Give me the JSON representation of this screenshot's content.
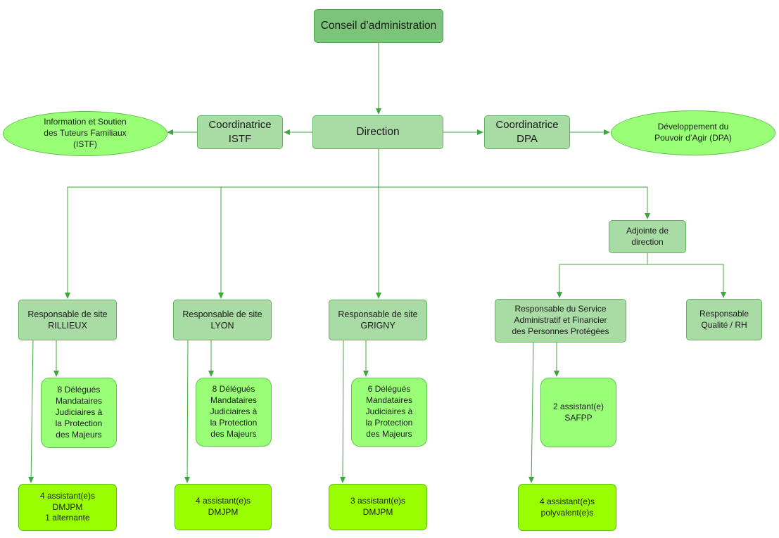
{
  "chart": {
    "nodes": {
      "conseil": "Conseil d’administration",
      "direction": "Direction",
      "coord_istf": "Coordinatrice\nISTF",
      "istf": "Information et Soutien\ndes Tuteurs Familiaux\n(ISTF)",
      "coord_dpa": "Coordinatrice\nDPA",
      "dpa": "Développement du\nPouvoir d’Agir (DPA)",
      "adjointe": "Adjointe de\ndirection",
      "resp_rillieux": "Responsable de site\nRILLIEUX",
      "resp_lyon": "Responsable de site\nLYON",
      "resp_grigny": "Responsable de site\nGRIGNY",
      "resp_safpp": "Responsable du Service\nAdministratif et Financier\ndes Personnes Protégées",
      "resp_qualite": "Responsable\nQualité / RH",
      "delegues_rillieux": "8 Délégués\nMandataires\nJudiciaires à\nla Protection\ndes Majeurs",
      "delegues_lyon": "8 Délégués\nMandataires\nJudiciaires à\nla Protection\ndes Majeurs",
      "delegues_grigny": "6 Délégués\nMandataires\nJudiciaires à\nla Protection\ndes Majeurs",
      "assist_safpp": "2 assistant(e)\nSAFPP",
      "assist_rillieux": "4 assistant(e)s\nDMJPM\n1 alternante",
      "assist_lyon": "4 assistant(e)s\nDMJPM",
      "assist_grigny": "3 assistant(e)s\nDMJPM",
      "assist_polyvalent": "4 assistant(e)s\npolyvalent(e)s"
    },
    "colors": {
      "dark_green": "#7cc47a",
      "mid_green": "#a9dba4",
      "light_green": "#99ff77",
      "lime": "#99ff00",
      "connector": "#3aa83a"
    }
  }
}
